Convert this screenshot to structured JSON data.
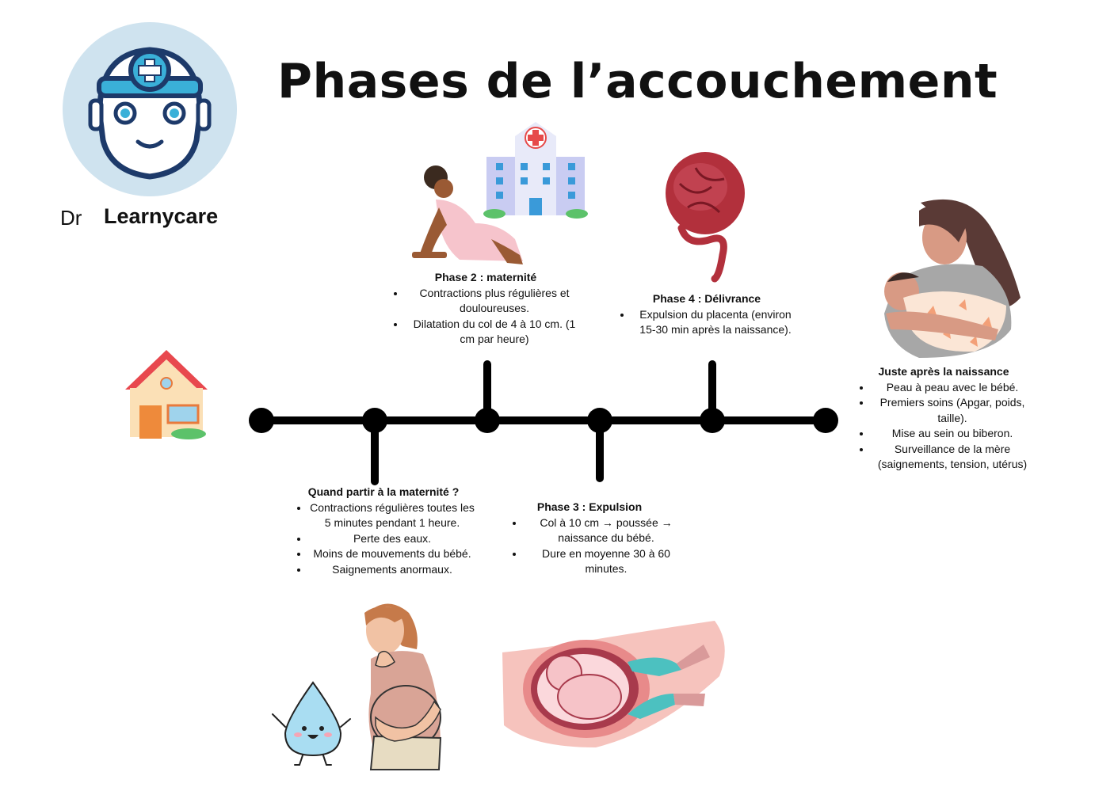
{
  "title": "Phases de l’accouchement",
  "brand": {
    "prefix": "Dr",
    "name": "Learnycare"
  },
  "colors": {
    "timeline": "#000000",
    "logo_bg": "#cfe3ef",
    "logo_navy": "#1d3a6a",
    "accent_blue": "#3ab0d8"
  },
  "blocks": {
    "depart": {
      "heading": "Quand partir à la maternité ?",
      "items": [
        "Contractions régulières toutes les 5 minutes pendant 1 heure.",
        "Perte des eaux.",
        "Moins de mouvements du bébé.",
        "Saignements anormaux."
      ]
    },
    "phase2": {
      "heading": "Phase 2 : maternité",
      "items": [
        "Contractions plus régulières et douloureuses.",
        "Dilatation du col de 4 à 10 cm. (1 cm par heure)"
      ]
    },
    "phase3": {
      "heading": "Phase 3 : Expulsion",
      "items": [
        "Col à 10 cm → poussée → naissance du bébé.",
        "Dure en moyenne 30 à 60 minutes."
      ]
    },
    "phase4": {
      "heading": "Phase 4 : Délivrance",
      "items": [
        "Expulsion du placenta (environ 15-30 min après la naissance)."
      ]
    },
    "apres": {
      "heading": "Juste après la naissance",
      "items": [
        "Peau à peau avec le bébé.",
        "Premiers soins (Apgar, poids, taille).",
        "Mise au sein ou biberon.",
        "Surveillance de la mère (saignements, tension, utérus)"
      ]
    }
  },
  "icons": [
    "doctor-robot-logo-icon",
    "house-icon",
    "hospital-icon",
    "laboring-woman-icon",
    "placenta-icon",
    "mother-baby-icon",
    "pregnant-woman-icon",
    "water-drop-icon",
    "fetus-birth-icon"
  ]
}
